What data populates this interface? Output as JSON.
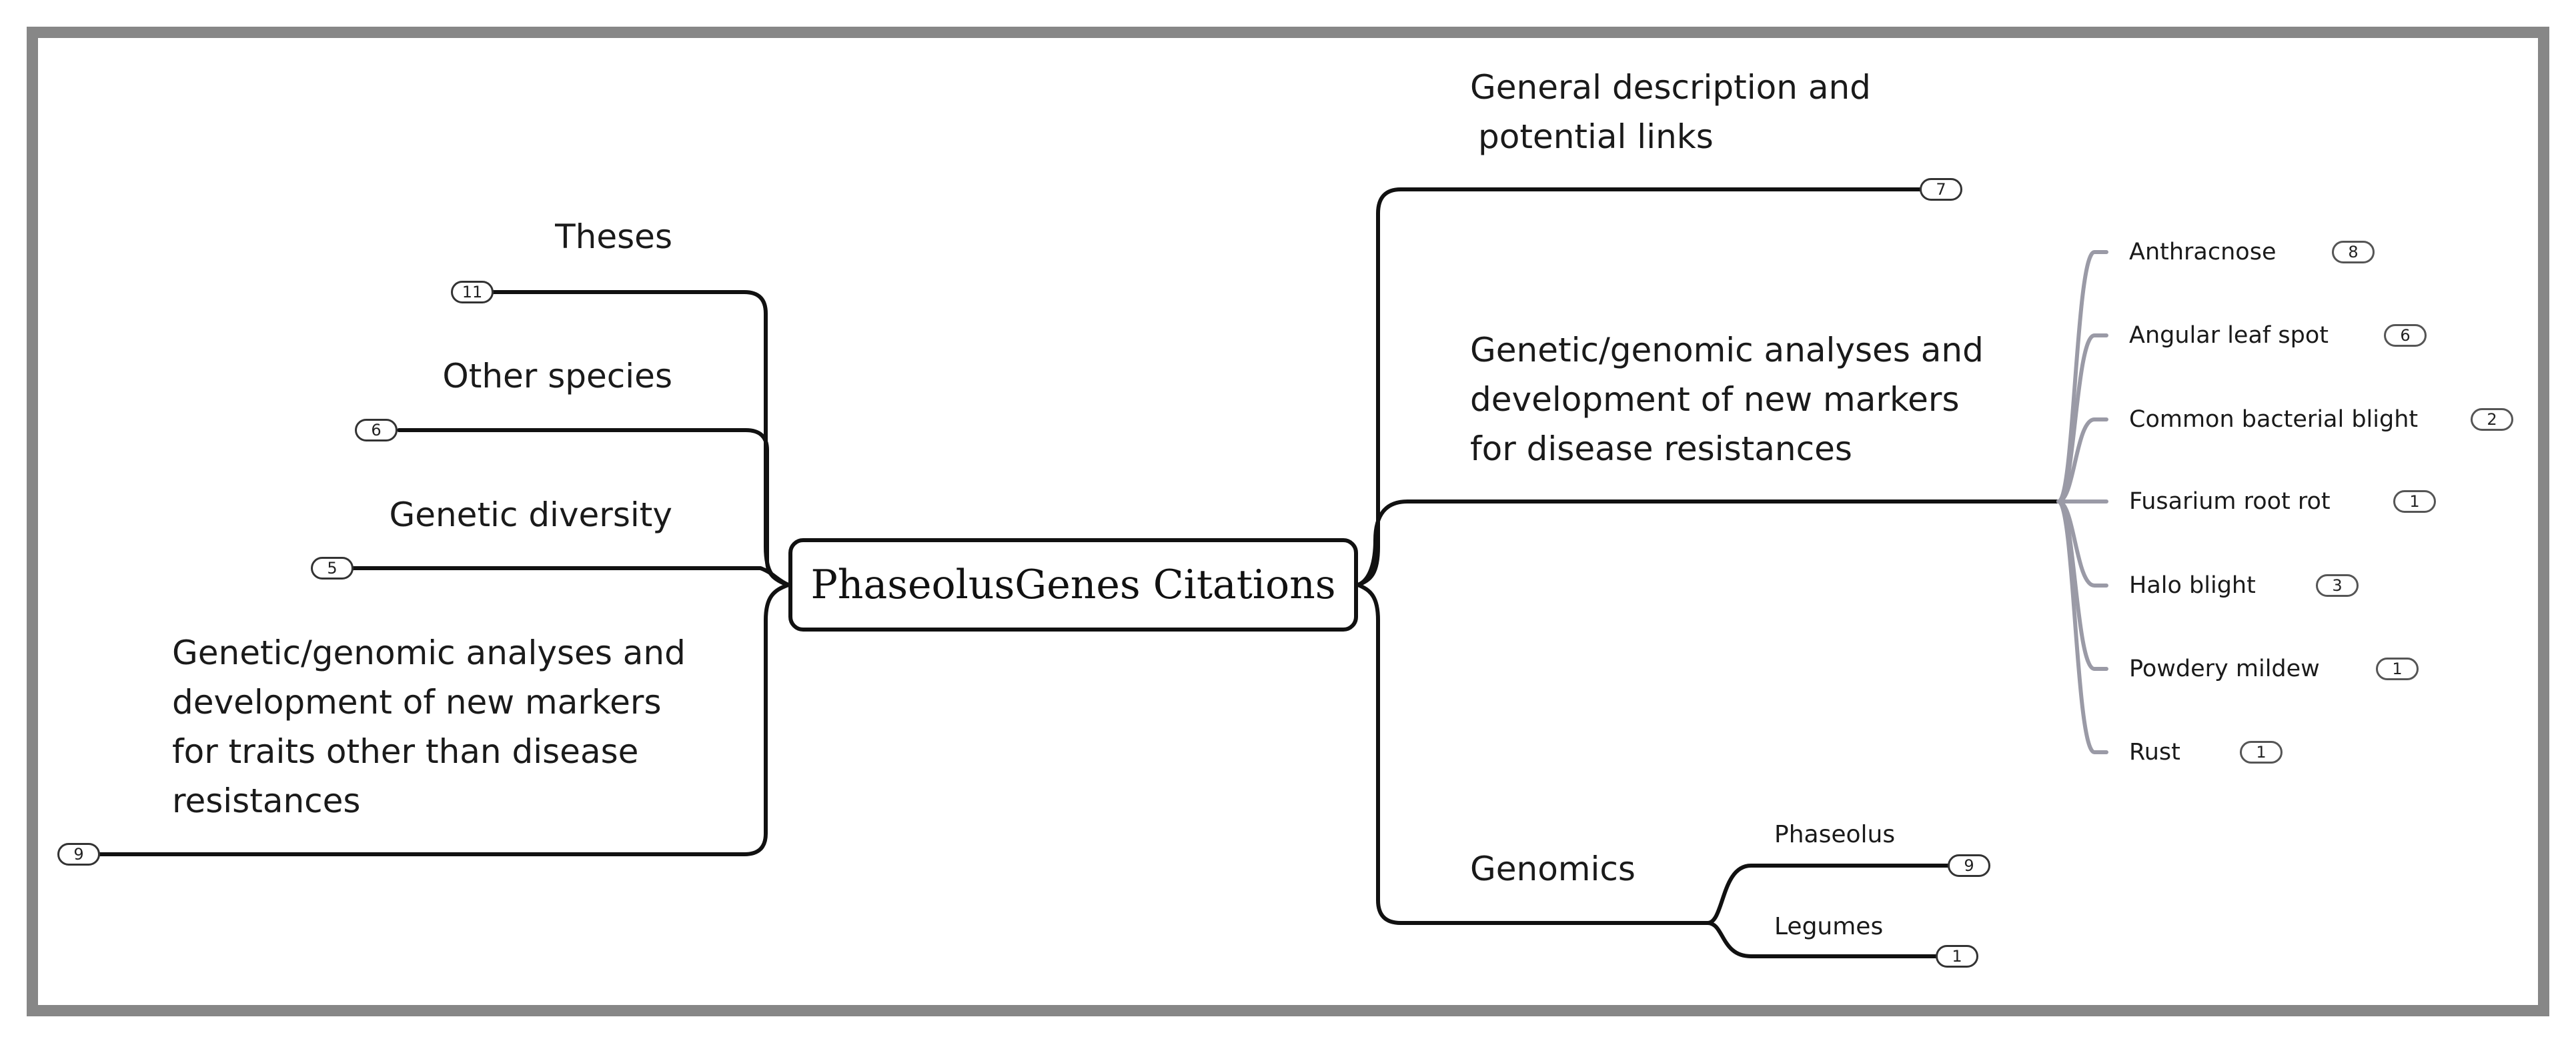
{
  "central": {
    "label": "PhaseolusGenes Citations"
  },
  "left_branches": [
    {
      "label": "Theses",
      "count": "11"
    },
    {
      "label": "Other species",
      "count": "6"
    },
    {
      "label": "Genetic diversity",
      "count": "5"
    },
    {
      "label": "Genetic/genomic analyses and development of new markers for traits other than disease resistances",
      "count": "9"
    }
  ],
  "right_branches": {
    "general": {
      "label_line1": "General description and",
      "label_line2": "potential links",
      "count": "7"
    },
    "disease": {
      "label": "Genetic/genomic analyses and development of new markers for disease resistances",
      "children": [
        {
          "label": "Anthracnose",
          "count": "8"
        },
        {
          "label": "Angular leaf spot",
          "count": "6"
        },
        {
          "label": "Common bacterial blight",
          "count": "2"
        },
        {
          "label": "Fusarium root rot",
          "count": "1"
        },
        {
          "label": "Halo blight",
          "count": "3"
        },
        {
          "label": "Powdery mildew",
          "count": "1"
        },
        {
          "label": "Rust",
          "count": "1"
        }
      ]
    },
    "genomics": {
      "label": "Genomics",
      "children": [
        {
          "label": "Phaseolus",
          "count": "9"
        },
        {
          "label": "Legumes",
          "count": "1"
        }
      ]
    }
  },
  "colors": {
    "frame": "#878787",
    "line": "#111111",
    "disease_line": "#9a9aa6"
  }
}
